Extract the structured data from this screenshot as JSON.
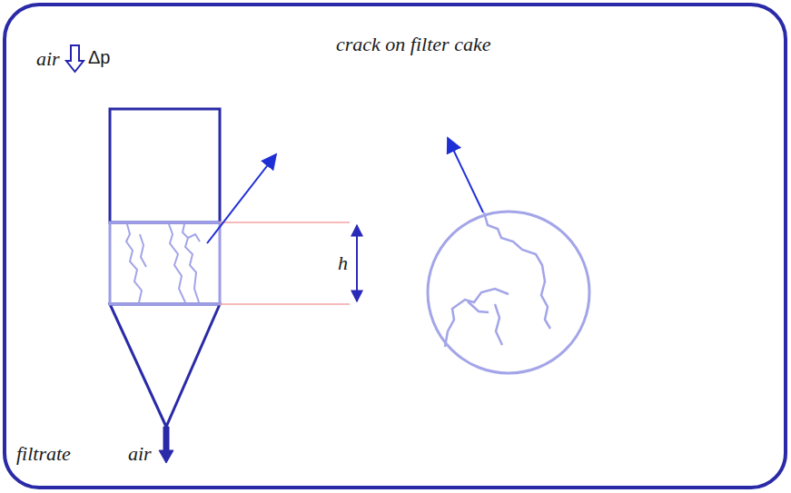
{
  "diagram": {
    "labels": [
      "air",
      "Δp",
      "crack on filter cake",
      "h",
      "filtrate",
      "air"
    ]
  }
}
